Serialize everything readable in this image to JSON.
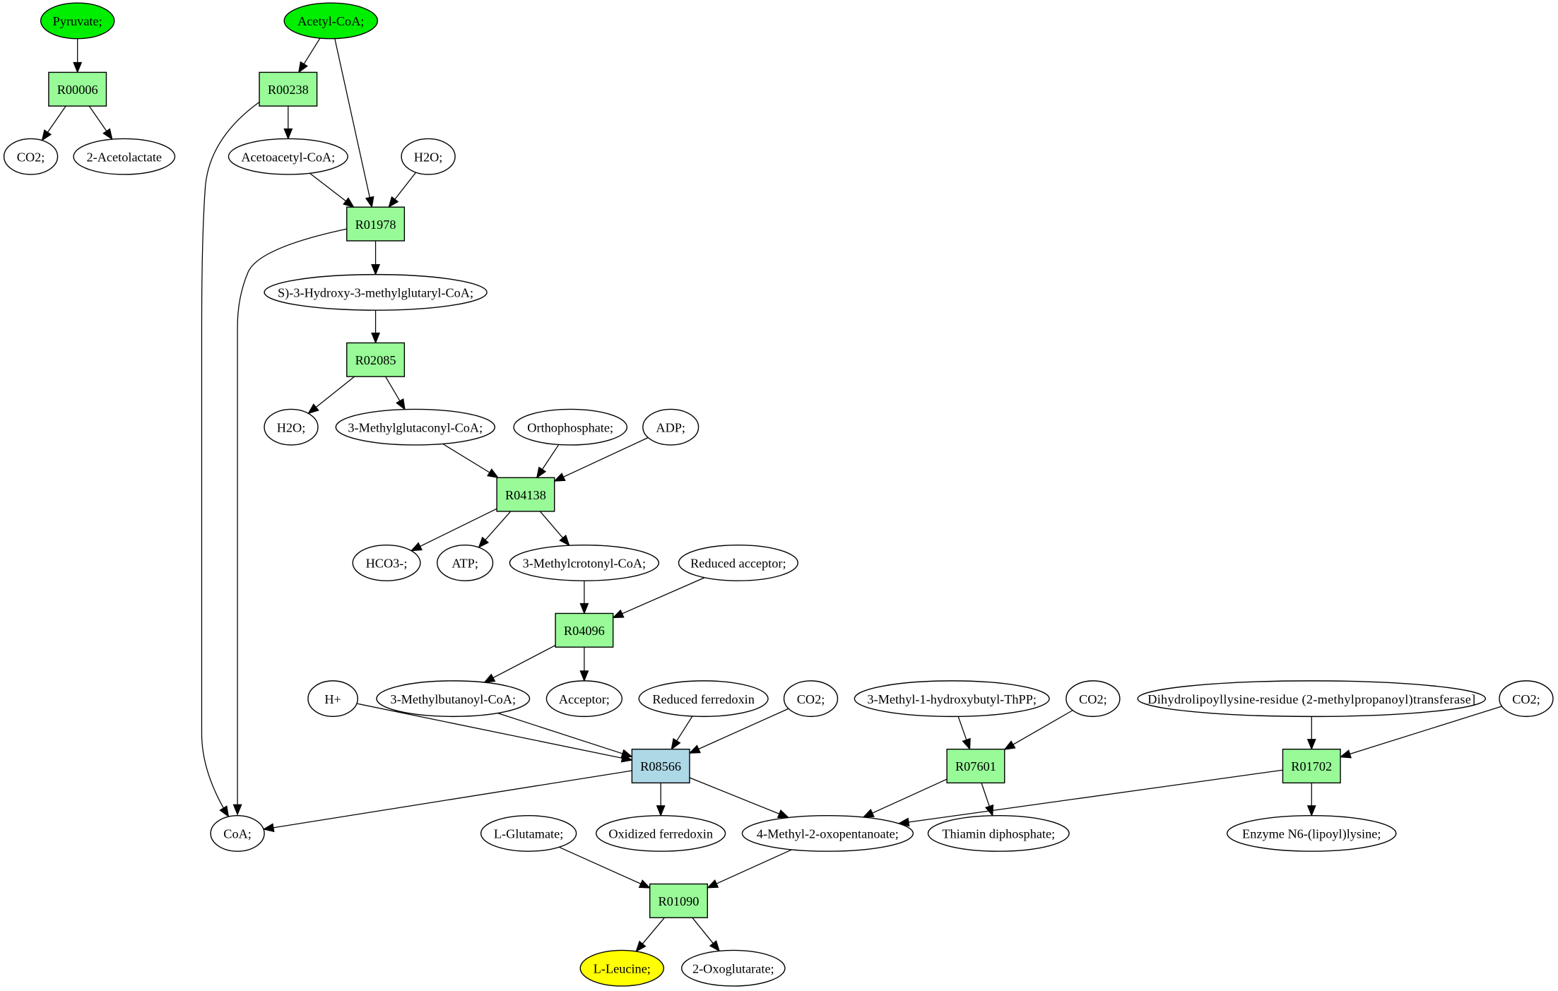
{
  "title": "L-Leucine biosynthesis pathway graph",
  "colors": {
    "reaction": "#98fb98",
    "reaction_highlight": "#add8e6",
    "source_compound": "#00ee00",
    "target_compound": "#ffff00",
    "compound": "#ffffff"
  },
  "nodes": [
    {
      "id": "pyruvate",
      "label": "Pyruvate;",
      "kind": "compound",
      "role": "source"
    },
    {
      "id": "acetylcoa",
      "label": "Acetyl-CoA;",
      "kind": "compound",
      "role": "source"
    },
    {
      "id": "R00006",
      "label": "R00006",
      "kind": "reaction"
    },
    {
      "id": "R00238",
      "label": "R00238",
      "kind": "reaction"
    },
    {
      "id": "co2_a",
      "label": "CO2;",
      "kind": "compound"
    },
    {
      "id": "acetolactate",
      "label": "2-Acetolactate",
      "kind": "compound"
    },
    {
      "id": "acetoacetylcoa",
      "label": "Acetoacetyl-CoA;",
      "kind": "compound"
    },
    {
      "id": "h2o_a",
      "label": "H2O;",
      "kind": "compound"
    },
    {
      "id": "R01978",
      "label": "R01978",
      "kind": "reaction"
    },
    {
      "id": "hmgcoa",
      "label": "S)-3-Hydroxy-3-methylglutaryl-CoA;",
      "kind": "compound"
    },
    {
      "id": "R02085",
      "label": "R02085",
      "kind": "reaction"
    },
    {
      "id": "h2o_b",
      "label": "H2O;",
      "kind": "compound"
    },
    {
      "id": "methylglutaconyl",
      "label": "3-Methylglutaconyl-CoA;",
      "kind": "compound"
    },
    {
      "id": "orthophosphate",
      "label": "Orthophosphate;",
      "kind": "compound"
    },
    {
      "id": "adp",
      "label": "ADP;",
      "kind": "compound"
    },
    {
      "id": "R04138",
      "label": "R04138",
      "kind": "reaction"
    },
    {
      "id": "hco3",
      "label": "HCO3-;",
      "kind": "compound"
    },
    {
      "id": "atp",
      "label": "ATP;",
      "kind": "compound"
    },
    {
      "id": "methylcrotonyl",
      "label": "3-Methylcrotonyl-CoA;",
      "kind": "compound"
    },
    {
      "id": "reducedacceptor",
      "label": "Reduced acceptor;",
      "kind": "compound"
    },
    {
      "id": "R04096",
      "label": "R04096",
      "kind": "reaction"
    },
    {
      "id": "hplus",
      "label": "H+",
      "kind": "compound"
    },
    {
      "id": "methylbutanoyl",
      "label": "3-Methylbutanoyl-CoA;",
      "kind": "compound"
    },
    {
      "id": "acceptor",
      "label": "Acceptor;",
      "kind": "compound"
    },
    {
      "id": "redferredoxin",
      "label": "Reduced ferredoxin",
      "kind": "compound"
    },
    {
      "id": "co2_b",
      "label": "CO2;",
      "kind": "compound"
    },
    {
      "id": "hydroxybutylthpp",
      "label": "3-Methyl-1-hydroxybutyl-ThPP;",
      "kind": "compound"
    },
    {
      "id": "co2_c",
      "label": "CO2;",
      "kind": "compound"
    },
    {
      "id": "dihydrolipoyl",
      "label": "Dihydrolipoyllysine-residue (2-methylpropanoyl)transferase]",
      "kind": "compound"
    },
    {
      "id": "co2_d",
      "label": "CO2;",
      "kind": "compound"
    },
    {
      "id": "R08566",
      "label": "R08566",
      "kind": "reaction",
      "role": "highlight"
    },
    {
      "id": "R07601",
      "label": "R07601",
      "kind": "reaction"
    },
    {
      "id": "R01702",
      "label": "R01702",
      "kind": "reaction"
    },
    {
      "id": "coa",
      "label": "CoA;",
      "kind": "compound"
    },
    {
      "id": "lglutamate",
      "label": "L-Glutamate;",
      "kind": "compound"
    },
    {
      "id": "oxferredoxin",
      "label": "Oxidized ferredoxin",
      "kind": "compound"
    },
    {
      "id": "methyloxopentanoate",
      "label": "4-Methyl-2-oxopentanoate;",
      "kind": "compound"
    },
    {
      "id": "thiamindiphosphate",
      "label": "Thiamin diphosphate;",
      "kind": "compound"
    },
    {
      "id": "enzymen6",
      "label": "Enzyme N6-(lipoyl)lysine;",
      "kind": "compound"
    },
    {
      "id": "R01090",
      "label": "R01090",
      "kind": "reaction"
    },
    {
      "id": "leucine",
      "label": "L-Leucine;",
      "kind": "compound",
      "role": "target"
    },
    {
      "id": "oxoglutarate",
      "label": "2-Oxoglutarate;",
      "kind": "compound"
    }
  ],
  "edges": [
    [
      "pyruvate",
      "R00006"
    ],
    [
      "R00006",
      "co2_a"
    ],
    [
      "R00006",
      "acetolactate"
    ],
    [
      "acetylcoa",
      "R00238"
    ],
    [
      "acetylcoa",
      "R01978"
    ],
    [
      "R00238",
      "acetoacetylcoa"
    ],
    [
      "R00238",
      "coa"
    ],
    [
      "acetoacetylcoa",
      "R01978"
    ],
    [
      "h2o_a",
      "R01978"
    ],
    [
      "R01978",
      "hmgcoa"
    ],
    [
      "R01978",
      "coa"
    ],
    [
      "hmgcoa",
      "R02085"
    ],
    [
      "R02085",
      "h2o_b"
    ],
    [
      "R02085",
      "methylglutaconyl"
    ],
    [
      "methylglutaconyl",
      "R04138"
    ],
    [
      "orthophosphate",
      "R04138"
    ],
    [
      "adp",
      "R04138"
    ],
    [
      "R04138",
      "hco3"
    ],
    [
      "R04138",
      "atp"
    ],
    [
      "R04138",
      "methylcrotonyl"
    ],
    [
      "methylcrotonyl",
      "R04096"
    ],
    [
      "reducedacceptor",
      "R04096"
    ],
    [
      "R04096",
      "methylbutanoyl"
    ],
    [
      "R04096",
      "acceptor"
    ],
    [
      "hplus",
      "R08566"
    ],
    [
      "methylbutanoyl",
      "R08566"
    ],
    [
      "redferredoxin",
      "R08566"
    ],
    [
      "co2_b",
      "R08566"
    ],
    [
      "R08566",
      "coa"
    ],
    [
      "R08566",
      "oxferredoxin"
    ],
    [
      "R08566",
      "methyloxopentanoate"
    ],
    [
      "hydroxybutylthpp",
      "R07601"
    ],
    [
      "co2_c",
      "R07601"
    ],
    [
      "R07601",
      "methyloxopentanoate"
    ],
    [
      "R07601",
      "thiamindiphosphate"
    ],
    [
      "dihydrolipoyl",
      "R01702"
    ],
    [
      "co2_d",
      "R01702"
    ],
    [
      "R01702",
      "methyloxopentanoate"
    ],
    [
      "R01702",
      "enzymen6"
    ],
    [
      "lglutamate",
      "R01090"
    ],
    [
      "methyloxopentanoate",
      "R01090"
    ],
    [
      "R01090",
      "leucine"
    ],
    [
      "R01090",
      "oxoglutarate"
    ]
  ]
}
